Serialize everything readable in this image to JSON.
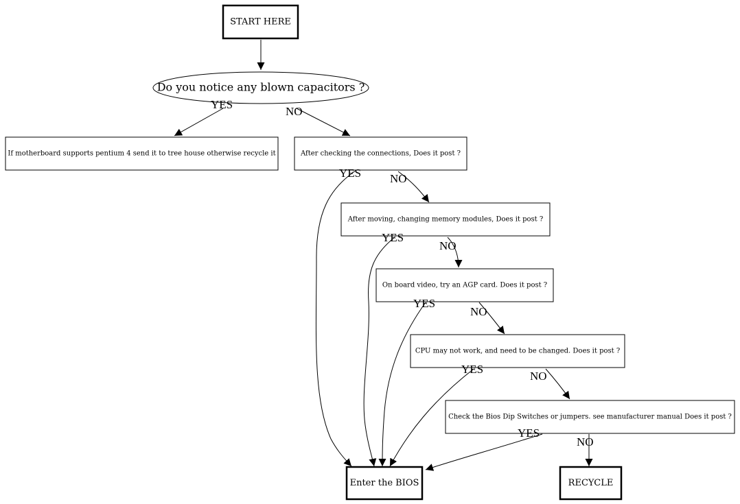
{
  "nodes": {
    "start": "START HERE",
    "capacitors": "Do you notice any blown capacitors ?",
    "pentium": "If motherboard supports pentium 4 send it to tree house otherwise recycle it",
    "connections": "After checking the connections, Does it post ?",
    "memory": "After moving, changing memory modules, Does it post ?",
    "video": "On board video, try an AGP card. Does it post ?",
    "cpu": "CPU may not work, and need to be changed. Does it post ?",
    "bios_switch": "Check the Bios Dip Switches or jumpers. see manufacturer manual Does it post ?",
    "bios": "Enter the BIOS",
    "recycle": "RECYCLE"
  },
  "labels": {
    "yes": "YES",
    "no": "NO"
  }
}
